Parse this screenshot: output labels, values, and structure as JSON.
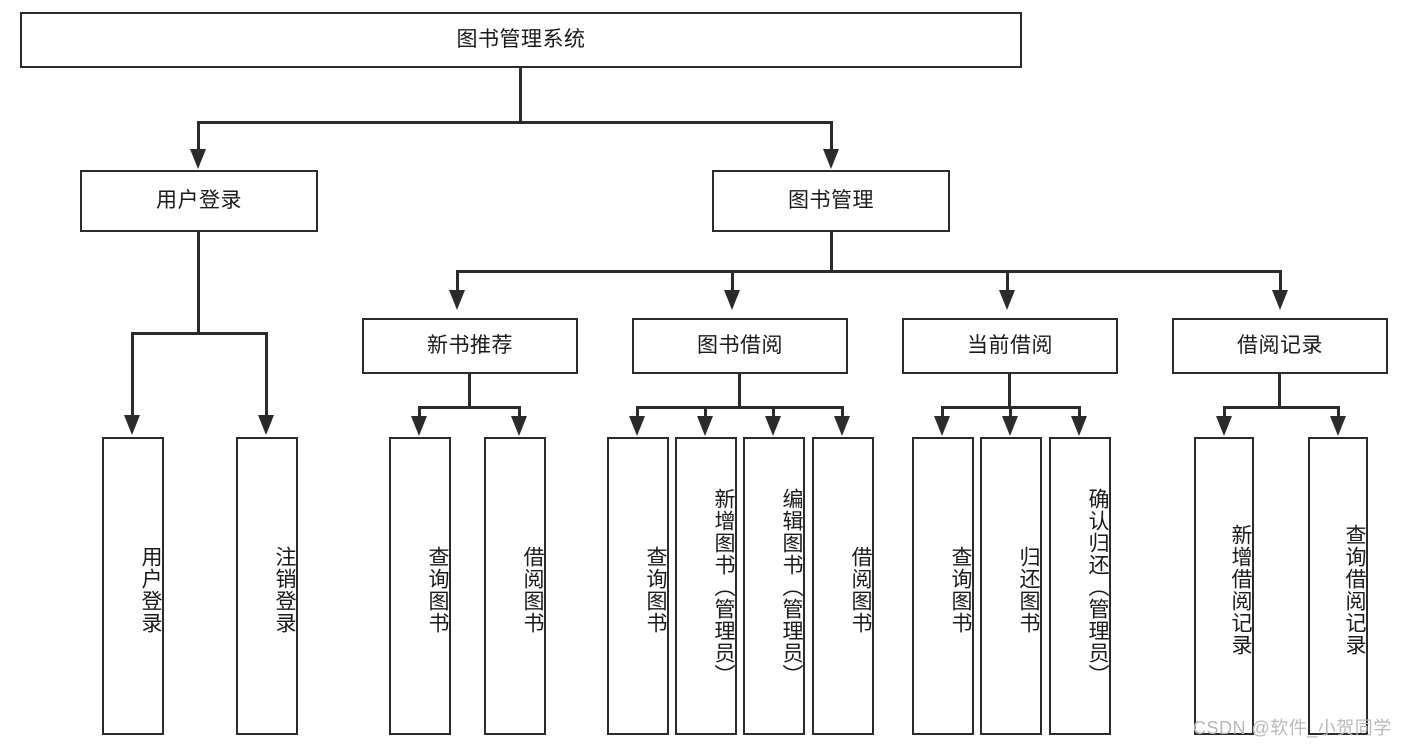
{
  "diagram": {
    "title": "图书管理系统",
    "type": "hierarchy-tree",
    "root": {
      "label": "图书管理系统"
    },
    "level2": [
      {
        "label": "用户登录"
      },
      {
        "label": "图书管理"
      }
    ],
    "level3": [
      {
        "label": "新书推荐"
      },
      {
        "label": "图书借阅"
      },
      {
        "label": "当前借阅"
      },
      {
        "label": "借阅记录"
      }
    ],
    "leaves": {
      "user_login": [
        {
          "label": "用户登录"
        },
        {
          "label": "注销登录"
        }
      ],
      "new_book_recommend": [
        {
          "label": "查询图书"
        },
        {
          "label": "借阅图书"
        }
      ],
      "book_borrow": [
        {
          "label": "查询图书"
        },
        {
          "label": "新增图书（管理员）"
        },
        {
          "label": "编辑图书（管理员）"
        },
        {
          "label": "借阅图书"
        }
      ],
      "current_borrow": [
        {
          "label": "查询图书"
        },
        {
          "label": "归还图书"
        },
        {
          "label": "确认归还（管理员）"
        }
      ],
      "borrow_records": [
        {
          "label": "新增借阅记录"
        },
        {
          "label": "查询借阅记录"
        }
      ]
    }
  },
  "watermark": {
    "text": "CSDN @软件_小贺同学"
  },
  "colors": {
    "stroke": "#2b2b2b",
    "fill": "#ffffff",
    "text": "#1a1a1a",
    "watermark": "#b9b9b9"
  }
}
